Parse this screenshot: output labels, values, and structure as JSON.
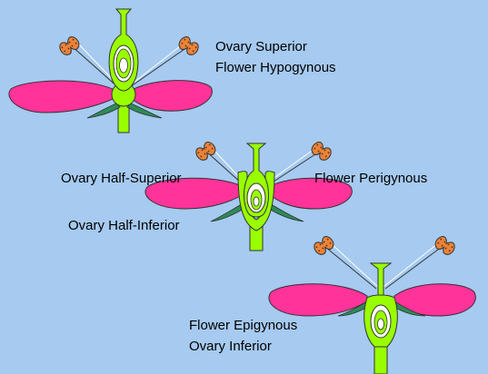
{
  "colors": {
    "background": "#a6caf0",
    "petal": "#ff3399",
    "receptacle": "#99ff00",
    "sepal": "#2e8b57",
    "anther": "#e8843a",
    "outline": "#333333"
  },
  "labels": {
    "superior_line1": "Ovary Superior",
    "superior_line2": "Flower Hypogynous",
    "half_superior": "Ovary Half-Superior",
    "perigynous": "Flower Perigynous",
    "half_inferior": "Ovary Half-Inferior",
    "epigynous": "Flower Epigynous",
    "inferior": "Ovary Inferior"
  },
  "icons": [
    "flower-hypogynous-icon",
    "flower-perigynous-icon",
    "flower-epigynous-icon"
  ]
}
